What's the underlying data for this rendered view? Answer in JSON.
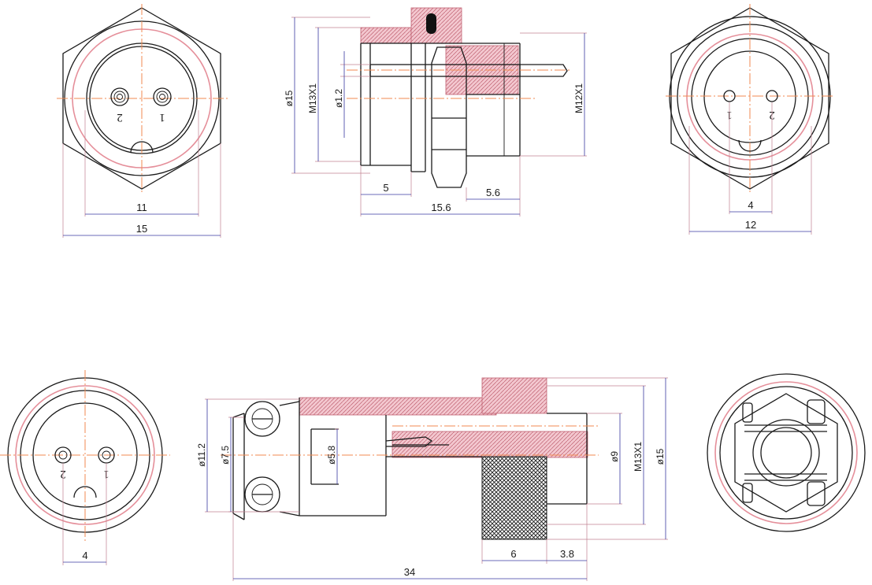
{
  "colors": {
    "outline": "#1a1a1a",
    "centerline": "#f08a50",
    "pink_circle": "#e58f9a",
    "dimension": "#3a3aa0",
    "hatch": "#c06070"
  },
  "top_row": {
    "socket_front": {
      "dim_inner": "11",
      "dim_outer": "15",
      "pin_labels": [
        "2",
        "1"
      ]
    },
    "socket_side": {
      "dim_dia_outer": "ø15",
      "dim_thread_left": "M13X1",
      "dim_pin_dia": "ø1.2",
      "dim_thread_right": "M12X1",
      "dim_flange": "5",
      "dim_tail": "5.6",
      "dim_length": "15.6"
    },
    "socket_rear": {
      "dim_pitch": "4",
      "dim_across": "12",
      "pin_labels": [
        "1",
        "2"
      ]
    }
  },
  "bottom_row": {
    "plug_front": {
      "dim_pitch": "4",
      "pin_labels": [
        "2",
        "1"
      ]
    },
    "plug_side": {
      "dim_d1": "ø11.2",
      "dim_d2": "ø7.5",
      "dim_d3": "ø5.8",
      "dim_d4": "ø9",
      "dim_thread": "M13X1",
      "dim_d5": "ø15",
      "dim_knurl": "6",
      "dim_tip": "3.8",
      "dim_length": "34"
    }
  }
}
